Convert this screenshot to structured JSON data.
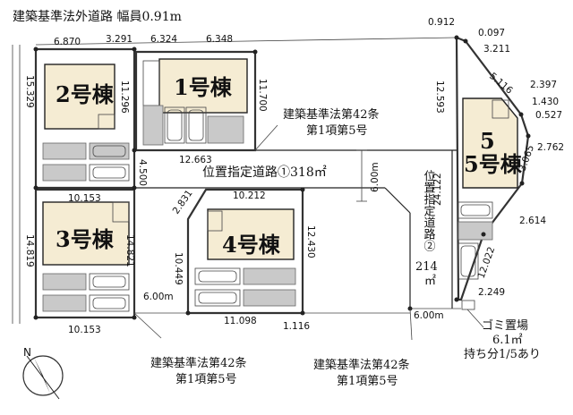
{
  "header": {
    "title": "建築基準法外道路 幅員0.91m"
  },
  "lots": [
    {
      "id": "lot2",
      "label": "2号棟"
    },
    {
      "id": "lot1",
      "label": "1号棟"
    },
    {
      "id": "lot3",
      "label": "3号棟"
    },
    {
      "id": "lot4",
      "label": "4号棟"
    },
    {
      "id": "lot5",
      "label": "5号棟"
    }
  ],
  "roads": {
    "art42_top_line1": "建築基準法第42条",
    "art42_top_line2": "第1項第5号",
    "designated1": "位置指定道路①318㎡",
    "designated2_vertical": "位置指定道路②",
    "designated2_area": "214",
    "designated2_unit": "㎡",
    "art42_left_line1": "建築基準法第42条",
    "art42_left_line2": "第1項第5号",
    "art42_right_line1": "建築基準法第42条",
    "art42_right_line2": "第1項第5号",
    "width_600_a": "6.00m",
    "width_600_b": "6.00m",
    "width_600_c": "6.00m"
  },
  "garbage": {
    "line1": "ゴミ置場",
    "line2": "6.1㎡",
    "line3": "持ち分1/5あり"
  },
  "compass": {
    "label": "N"
  },
  "dimensions": {
    "d6870": "6.870",
    "d3291": "3.291",
    "d6324": "6.324",
    "d6348": "6.348",
    "d15329": "15.329",
    "d11296": "11.296",
    "d11700": "11.700",
    "d12663": "12.663",
    "d4500": "4.500",
    "d10153a": "10.153",
    "d14819": "14.819",
    "d14821": "14.821",
    "d10153b": "10.153",
    "d2831": "2.831",
    "d10212": "10.212",
    "d10449": "10.449",
    "d12430": "12.430",
    "d11098": "11.098",
    "d1116": "1.116",
    "d0912": "0.912",
    "d0097": "0.097",
    "d3211": "3.211",
    "d5116": "5.116",
    "d2397": "2.397",
    "d1430": "1.430",
    "d0527": "0.527",
    "d12593": "12.593",
    "d2762": "2.762",
    "d3065": "3.065",
    "d2614": "2.614",
    "d24122": "24.122",
    "d12022": "12.022",
    "d2249": "2.249"
  }
}
